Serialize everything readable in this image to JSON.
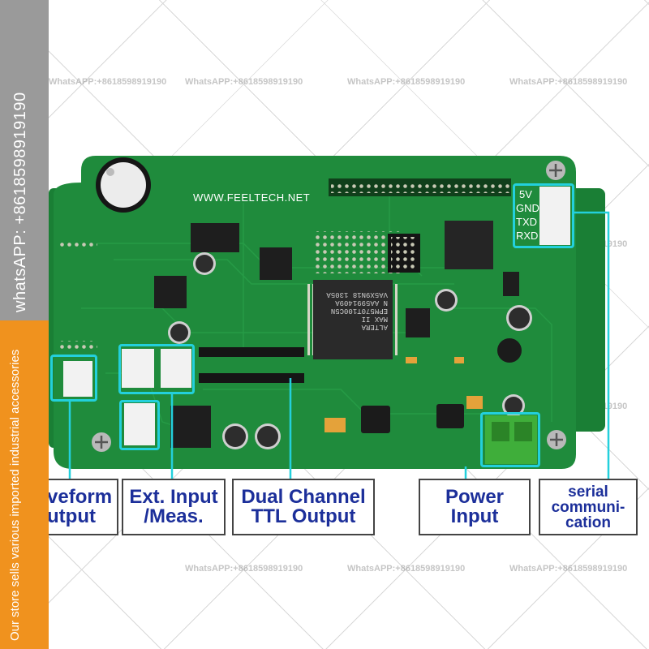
{
  "sidebar": {
    "phone_text": "whatsAPP: +8618598919190",
    "store_text": "Our store sells various imported industrial accessories"
  },
  "watermark_text": "WhatsAPP:+8618598919190",
  "board": {
    "website": "WWW.FEELTECH.NET",
    "serial_pins": [
      "5V",
      "GND",
      "TXD",
      "RXD"
    ],
    "chip_text": [
      "ALTERA",
      "MAX II",
      "EPM570T100C5N",
      "N AA5991409A",
      "VA5X9N18 1305A"
    ],
    "colors": {
      "pcb": "#1f8b3c",
      "highlight": "#23d0dc",
      "label_text": "#1c2f9a",
      "sidebar_orange": "#f0921e",
      "sidebar_gray": "#9a9a9a"
    }
  },
  "labels": {
    "waveform": [
      "veform",
      "utput"
    ],
    "ext_input": [
      "Ext. Input",
      "/Meas."
    ],
    "ttl_output": [
      "Dual Channel",
      "TTL Output"
    ],
    "power_input": [
      "Power",
      "Input"
    ],
    "serial": [
      "serial",
      "communi-",
      "cation"
    ]
  }
}
